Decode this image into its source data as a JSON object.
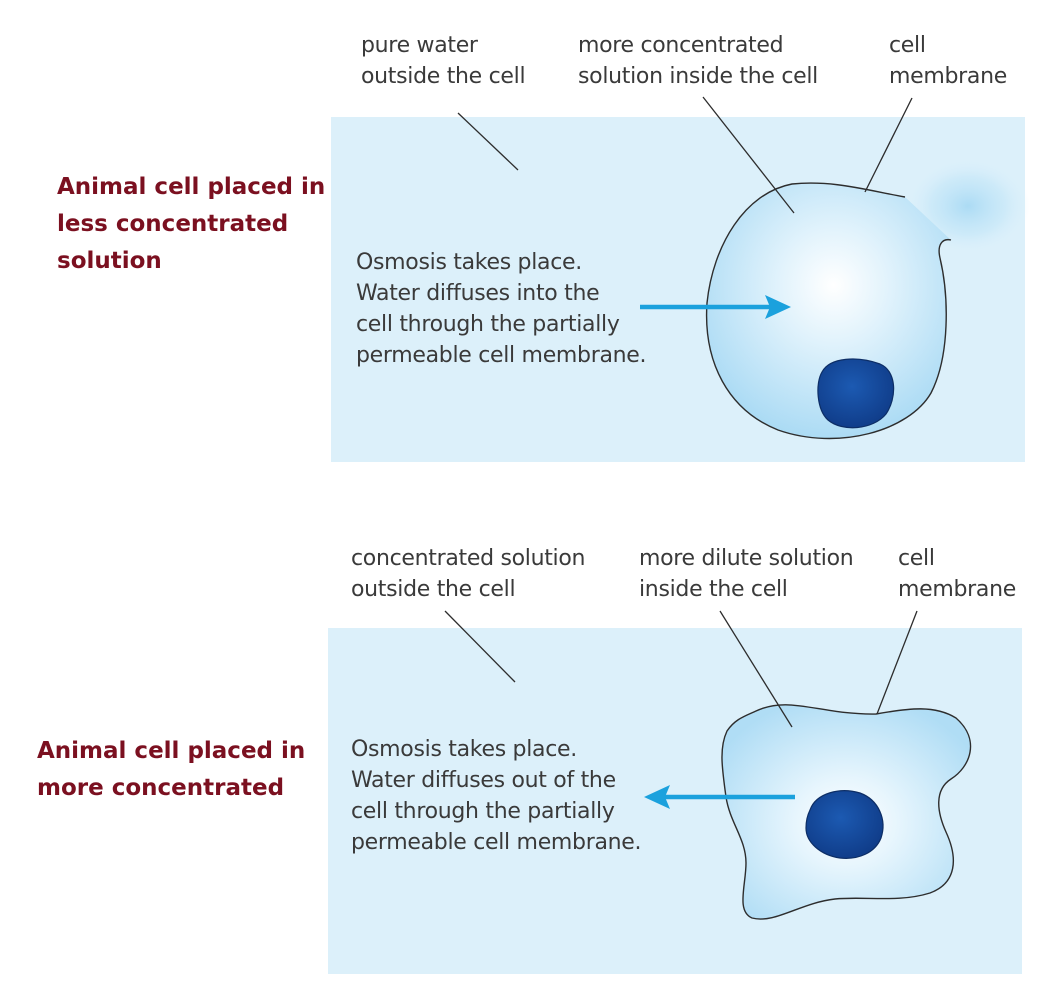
{
  "panels": [
    {
      "caption": [
        "Animal cell placed in",
        "less concentrated",
        "solution"
      ],
      "label_outside": [
        "pure water",
        "outside the cell"
      ],
      "label_inside": [
        "more concentrated",
        "solution inside the cell"
      ],
      "label_membrane": [
        "cell",
        "membrane"
      ],
      "description": [
        "Osmosis takes place.",
        "Water diffuses into the",
        "cell through the partially",
        "permeable cell membrane."
      ],
      "arrow_direction": "into-cell"
    },
    {
      "caption": [
        "Animal cell placed in",
        "more concentrated"
      ],
      "label_outside": [
        "concentrated solution",
        "outside the cell"
      ],
      "label_inside": [
        "more dilute solution",
        "inside the cell"
      ],
      "label_membrane": [
        "cell",
        "membrane"
      ],
      "description": [
        "Osmosis takes place.",
        "Water diffuses out of the",
        "cell through the partially",
        "permeable cell membrane."
      ],
      "arrow_direction": "out-of-cell"
    }
  ],
  "colors": {
    "caption": "#7b1020",
    "background": "#dcf0fa",
    "cell_fill": "#b9e1f6",
    "nucleus": "#154b9f",
    "arrow": "#1ba1dd",
    "text": "#3a3a3a"
  }
}
